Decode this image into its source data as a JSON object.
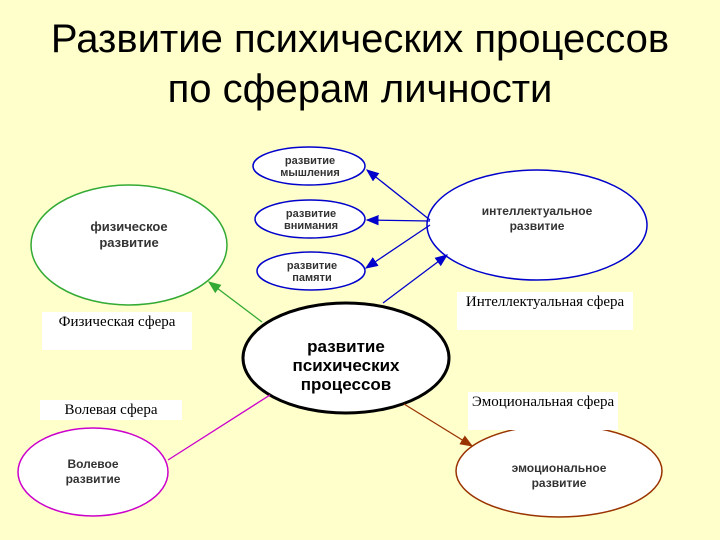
{
  "title": {
    "line1": "Развитие психических процессов",
    "line2": "по сферам личности"
  },
  "nodes": {
    "center": "развитие психических процессов",
    "thinking": "развитие мышления",
    "attention": "развитие внимания",
    "memory": "развитие памяти",
    "intellectual_dev": "интеллектуальное развитие",
    "physical_dev": "физическое развитие",
    "volitional_dev": "Волевое развитие",
    "emotional_dev": "эмоциональное развитие"
  },
  "labels": {
    "physical_sphere": "Физическая сфера",
    "intellectual_sphere": "Интеллектуальная сфера",
    "volitional_sphere": "Волевая сфера",
    "emotional_sphere": "Эмоциональная сфера"
  },
  "colors": {
    "background": "#ffffcc",
    "physical": "#33aa33",
    "intellectual": "#0000cc",
    "volitional": "#cc00cc",
    "emotional": "#993300",
    "center": "#000000"
  }
}
